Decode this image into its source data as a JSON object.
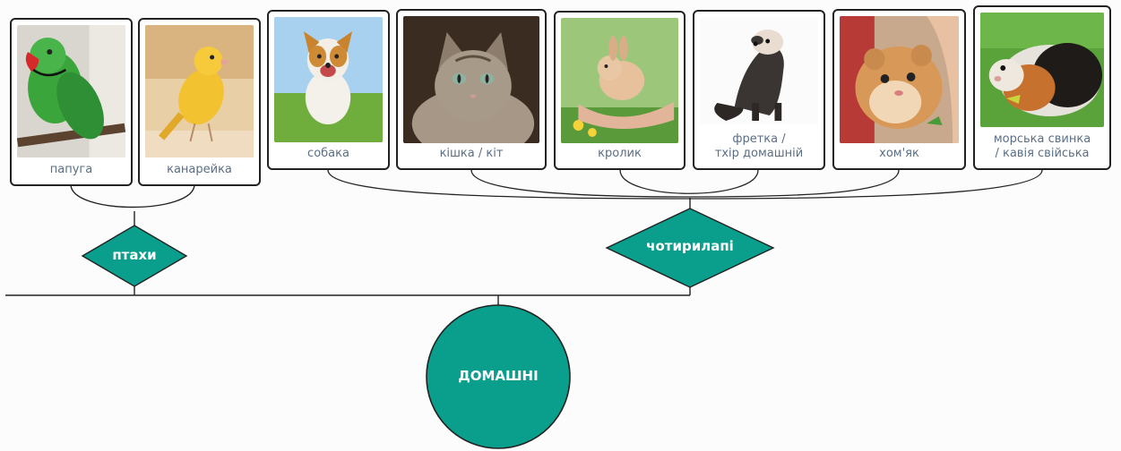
{
  "animals": [
    {
      "id": "parrot",
      "label": "папуга",
      "icon": "parrot-photo"
    },
    {
      "id": "canary",
      "label": "канарейка",
      "icon": "canary-photo"
    },
    {
      "id": "dog",
      "label": "собака",
      "icon": "dog-photo"
    },
    {
      "id": "cat",
      "label": "кішка / кіт",
      "icon": "cat-photo"
    },
    {
      "id": "rabbit",
      "label": "кролик",
      "icon": "rabbit-photo"
    },
    {
      "id": "ferret",
      "label": "фретка /\nтхір домашній",
      "icon": "ferret-photo"
    },
    {
      "id": "hamster",
      "label": "хом'як",
      "icon": "hamster-photo"
    },
    {
      "id": "guinea-pig",
      "label": "морська свинка\n/ кавія свійська",
      "icon": "guinea-pig-photo"
    }
  ],
  "groups": {
    "birds": {
      "label": "птахи"
    },
    "quadrupeds": {
      "label": "чотирилапі"
    }
  },
  "root": {
    "label": "ДОМАШНІ"
  },
  "colors": {
    "accent": "#0a9e8c",
    "stroke": "#222222",
    "label_text": "#5a6e84",
    "background": "#fdfcfc"
  }
}
